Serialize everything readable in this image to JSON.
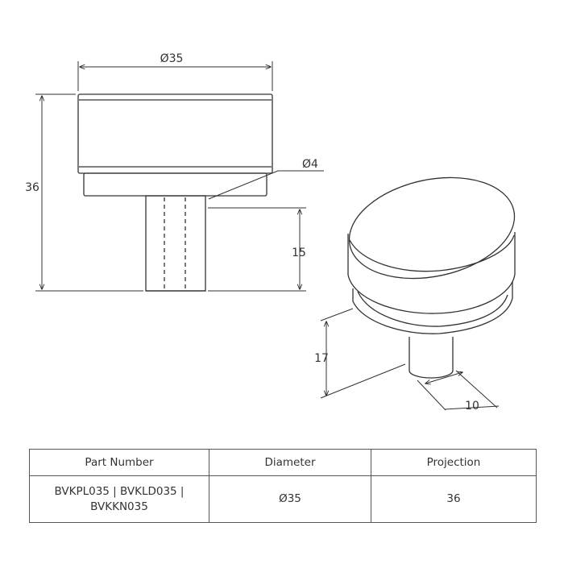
{
  "dimensions": {
    "diameter_label": "Ø35",
    "height_label": "36",
    "spindle_diameter_label": "Ø4",
    "spindle_length_label": "15",
    "projection_label": "17",
    "spindle_width_label": "10"
  },
  "table": {
    "headers": [
      "Part Number",
      "Diameter",
      "Projection"
    ],
    "rows": [
      {
        "part_number_line1": "BVKPL035 | BVKLD035 |",
        "part_number_line2": "BVKKN035",
        "diameter": "Ø35",
        "projection": "36"
      }
    ]
  },
  "colors": {
    "line": "#333333",
    "background": "#ffffff"
  }
}
